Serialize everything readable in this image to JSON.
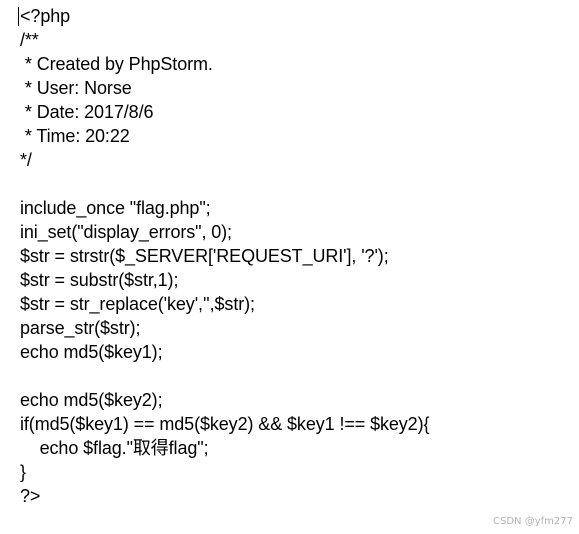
{
  "editor": {
    "code_lines": [
      "<?php",
      "/**",
      " * Created by PhpStorm.",
      " * User: Norse",
      " * Date: 2017/8/6",
      " * Time: 20:22",
      "*/",
      "",
      "include_once \"flag.php\";",
      "ini_set(\"display_errors\", 0);",
      "$str = strstr($_SERVER['REQUEST_URI'], '?');",
      "$str = substr($str,1);",
      "$str = str_replace('key','',$str);",
      "parse_str($str);",
      "echo md5($key1);",
      "",
      "echo md5($key2);",
      "if(md5($key1) == md5($key2) && $key1 !== $key2){",
      "    echo $flag.\"取得flag\";",
      "}",
      "?>"
    ]
  },
  "watermark": {
    "text": "CSDN @yfm277"
  }
}
